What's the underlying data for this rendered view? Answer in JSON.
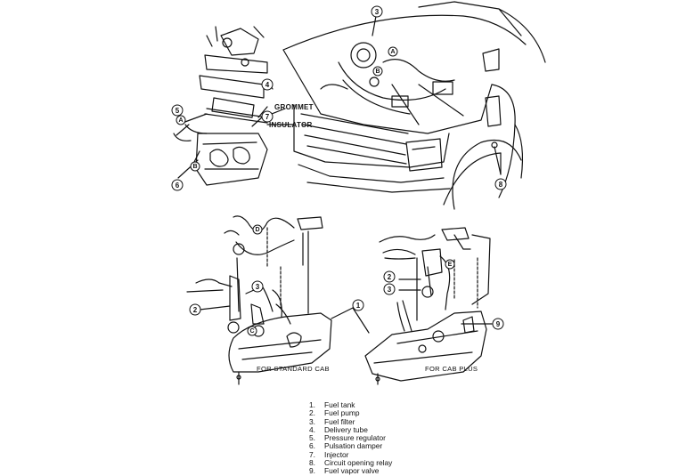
{
  "labels": {
    "grommet": "GROMMET",
    "insulator": "INSULATOR",
    "standard_cab": "FOR STANDARD CAB",
    "cab_plus": "FOR CAB PLUS"
  },
  "callouts": {
    "n1": "1",
    "n2": "2",
    "n3": "3",
    "n4": "4",
    "n5": "5",
    "n6": "6",
    "n7": "7",
    "n8": "8",
    "n9": "9",
    "A": "A",
    "B": "B",
    "C": "C",
    "D": "D",
    "E": "E"
  },
  "legend": [
    {
      "num": "1.",
      "text": "Fuel tank"
    },
    {
      "num": "2.",
      "text": "Fuel pump"
    },
    {
      "num": "3.",
      "text": "Fuel filter"
    },
    {
      "num": "4.",
      "text": "Delivery tube"
    },
    {
      "num": "5.",
      "text": "Pressure regulator"
    },
    {
      "num": "6.",
      "text": "Pulsation damper"
    },
    {
      "num": "7.",
      "text": "Injector"
    },
    {
      "num": "8.",
      "text": "Circuit opening relay"
    },
    {
      "num": "9.",
      "text": "Fuel vapor valve"
    }
  ]
}
